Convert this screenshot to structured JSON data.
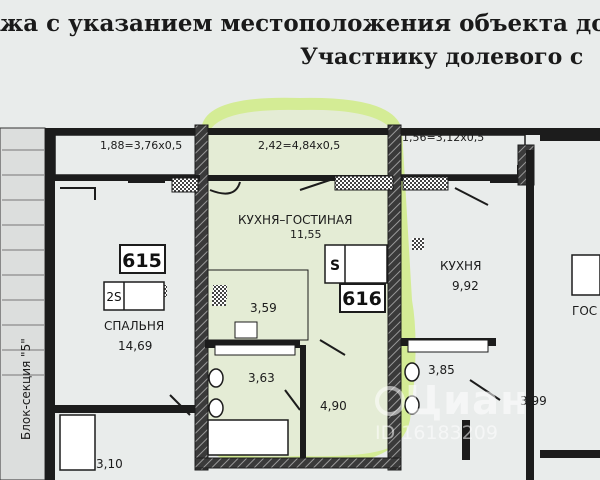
{
  "header": {
    "line1": "жа с указанием местоположения объекта до",
    "line2": "Участнику долевого с"
  },
  "plan": {
    "balcony_left": "1,88=3,76х0,5",
    "balcony_center": "2,42=4,84х0,5",
    "balcony_right": "1,56=3,12х0,5",
    "apartment_left_number": "615",
    "apartment_left_s": "2S",
    "bedroom_label": "СПАЛЬНЯ",
    "bedroom_area": "14,69",
    "kitchen_living_label": "КУХНЯ–ГОСТИНАЯ",
    "kitchen_living_area": "11,55",
    "apartment_center_number": "616",
    "apartment_center_s": "S",
    "kitchen_label": "КУХНЯ",
    "kitchen_area": "9,92",
    "area_3_59": "3,59",
    "area_3_63": "3,63",
    "area_4_90": "4,90",
    "area_3_85": "3,85",
    "area_3_99": "3,99",
    "area_3_10": "3,10",
    "block_section": "Блок-секция \"5\"",
    "partial_right": "ГОС"
  },
  "watermark": {
    "brand": "Циан",
    "id": "ID 16183209"
  },
  "colors": {
    "highlight": "#b6e63e",
    "wall": "#1c1c1c",
    "paper": "#e9eceb"
  }
}
